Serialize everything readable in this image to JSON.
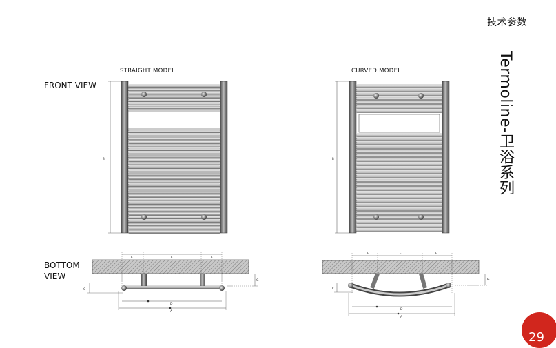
{
  "header": {
    "title": "技术参数"
  },
  "series_title": "Termoline-卫浴系列",
  "labels": {
    "front_view": "FRONT VIEW",
    "bottom_view_line1": "BOTTOM",
    "bottom_view_line2": "VIEW"
  },
  "models": {
    "straight": "STRAIGHT MODEL",
    "curved": "CURVED MODEL"
  },
  "dimensions": {
    "height": "B",
    "a": "A",
    "c": "C",
    "d": "D",
    "e": "E",
    "f": "F",
    "g": "G"
  },
  "page_number": "29"
}
